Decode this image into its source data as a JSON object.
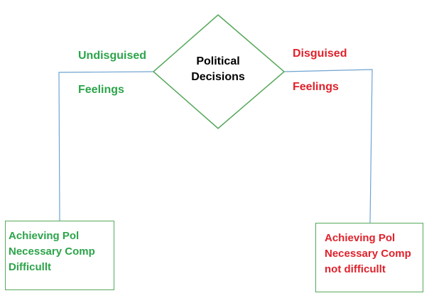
{
  "colors": {
    "green": "#2ca44a",
    "red": "#e0212b",
    "connector": "#6ea3d2",
    "diamond": "#56a85a"
  },
  "center": {
    "line1": "Political",
    "line2": "Decisions"
  },
  "left_branch": {
    "label1": "Undisguised",
    "label2": "Feelings",
    "box_lines": [
      "Achieving Pol",
      "Necessary Comp",
      "Difficullt"
    ]
  },
  "right_branch": {
    "label1": "Disguised",
    "label2": "Feelings",
    "box_lines": [
      "Achieving Pol",
      "Necessary Comp",
      "not difficullt"
    ]
  }
}
